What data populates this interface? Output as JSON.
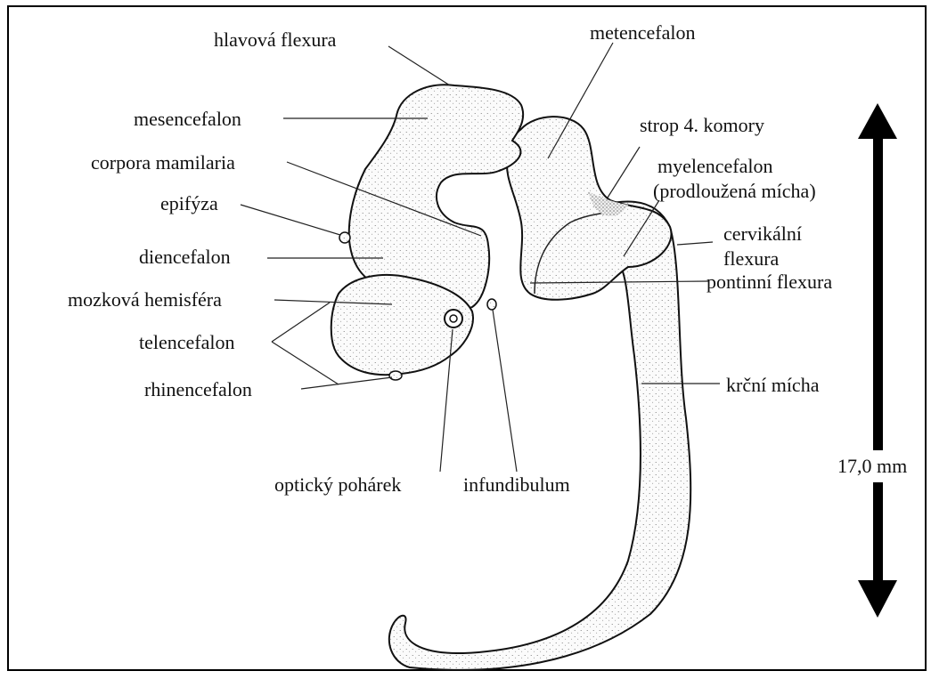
{
  "figure": {
    "labels": {
      "hlavova_flexura": "hlavová flexura",
      "metencefalon": "metencefalon",
      "mesencefalon": "mesencefalon",
      "strop_4_komory": "strop 4. komory",
      "corpora_mamilaria": "corpora mamilaria",
      "myelencefalon": "myelencefalon",
      "prodlouzena_micha": "(prodloužená mícha)",
      "epifyza": "epifýza",
      "cervikalni": "cervikální",
      "flexura": "flexura",
      "diencefalon": "diencefalon",
      "pontinni_flexura": "pontinní flexura",
      "mozkova_hemisfera": "mozková hemisféra",
      "telencefalon": "telencefalon",
      "rhinencefalon": "rhinencefalon",
      "krcni_micha": "krční mícha",
      "opticky_poharek": "optický pohárek",
      "infundibulum": "infundibulum"
    },
    "scale_bar": {
      "label": "17,0 mm"
    }
  }
}
